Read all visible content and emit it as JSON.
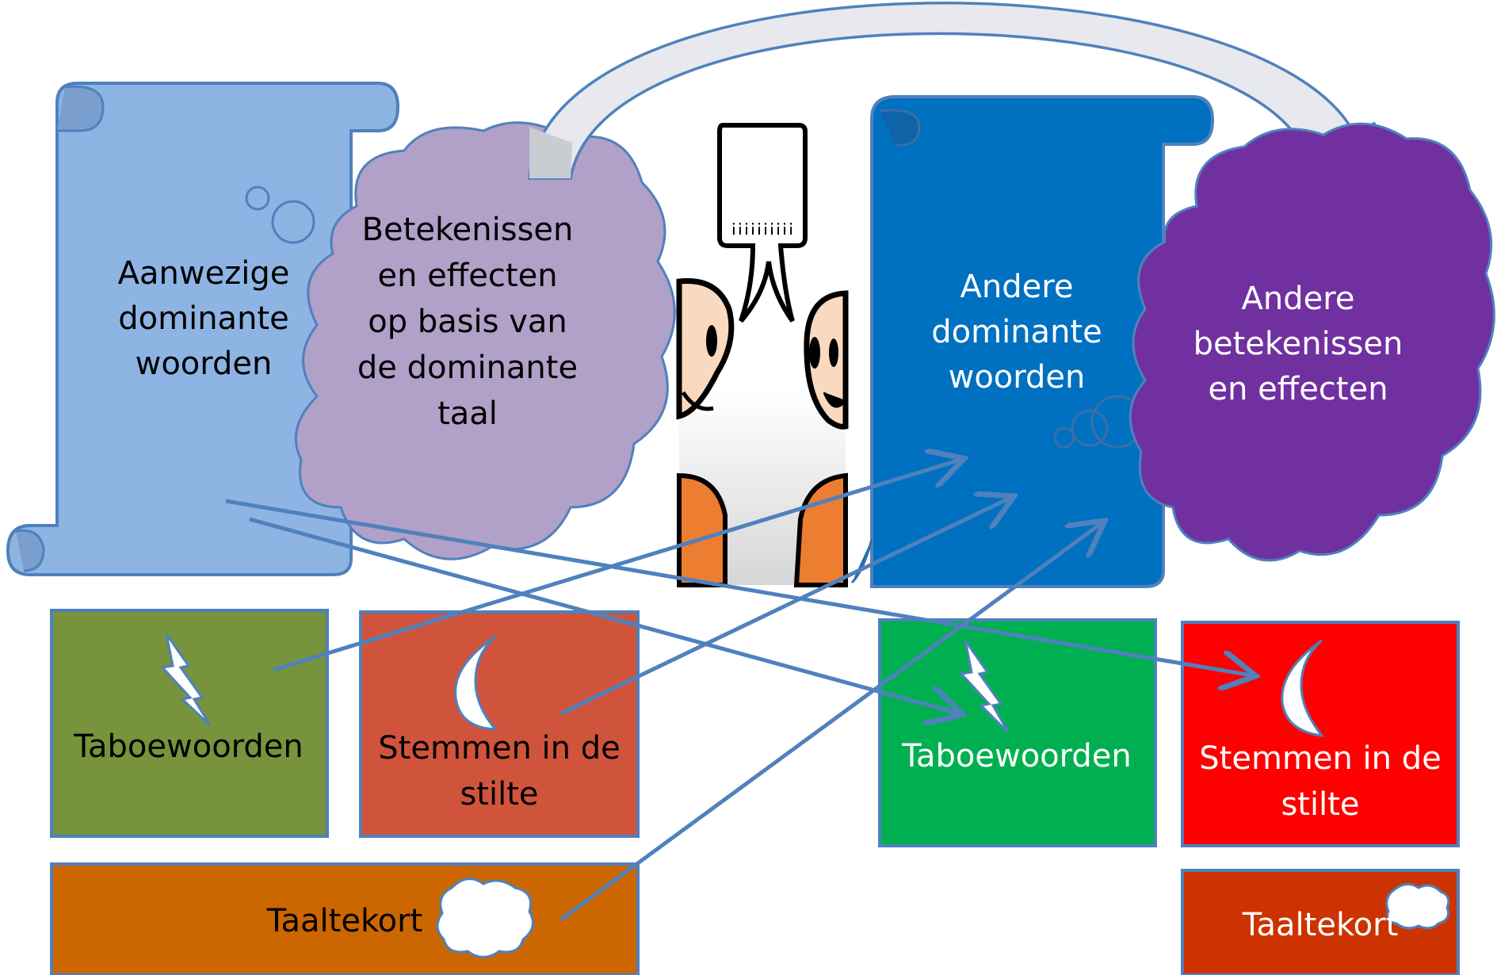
{
  "left_scroll": {
    "label": "Aanwezige dominante woorden"
  },
  "left_cloud": {
    "label": "Betekenissen en effecten op basis van de dominante taal"
  },
  "right_scroll": {
    "label": "Andere dominante woorden"
  },
  "right_cloud": {
    "label": "Andere betekenissen en effecten"
  },
  "left_boxes": {
    "taboo": "Taboewoorden",
    "voices": "Stemmen in de stilte",
    "shortage": "Taaltekort"
  },
  "right_boxes": {
    "taboo": "Taboewoorden",
    "voices": "Stemmen in de stilte",
    "shortage": "Taaltekort"
  },
  "icons": [
    "lightning-icon",
    "moon-icon",
    "cloud-icon",
    "talking-people-icon",
    "thought-bubble-icon",
    "curved-arrow-icon"
  ],
  "colors": {
    "left_scroll": "#8EB4E3",
    "left_cloud": "#B1A0C7",
    "right_scroll": "#0070C0",
    "right_cloud": "#7030A0",
    "left_taboo": "#77933C",
    "left_voices": "#D0543C",
    "left_shortage": "#CC6600",
    "right_taboo": "#00B050",
    "right_voices": "#FF0000",
    "right_shortage": "#CC3300",
    "arrows": "#4F81BD"
  }
}
